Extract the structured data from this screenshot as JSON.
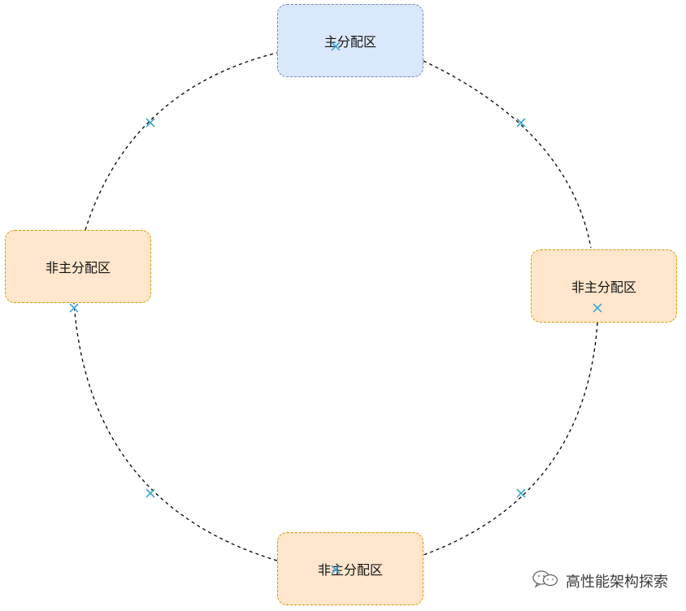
{
  "nodes": {
    "top": {
      "label": "主分配区",
      "role": "primary",
      "fill": "#dae8fc",
      "stroke": "#6c8ebf"
    },
    "left": {
      "label": "非主分配区",
      "role": "secondary",
      "fill": "#ffe6cc",
      "stroke": "#d79b00"
    },
    "right": {
      "label": "非主分配区",
      "role": "secondary",
      "fill": "#ffe6cc",
      "stroke": "#d79b00"
    },
    "bottom": {
      "label": "非主分配区",
      "role": "secondary",
      "fill": "#ffe6cc",
      "stroke": "#d79b00"
    }
  },
  "edges": {
    "style": "dashed",
    "color": "#000000"
  },
  "markers": {
    "icon": "cross-icon",
    "color": "#3fa7d6"
  },
  "watermark": {
    "text": "高性能架构探索",
    "icon": "wechat-icon"
  }
}
